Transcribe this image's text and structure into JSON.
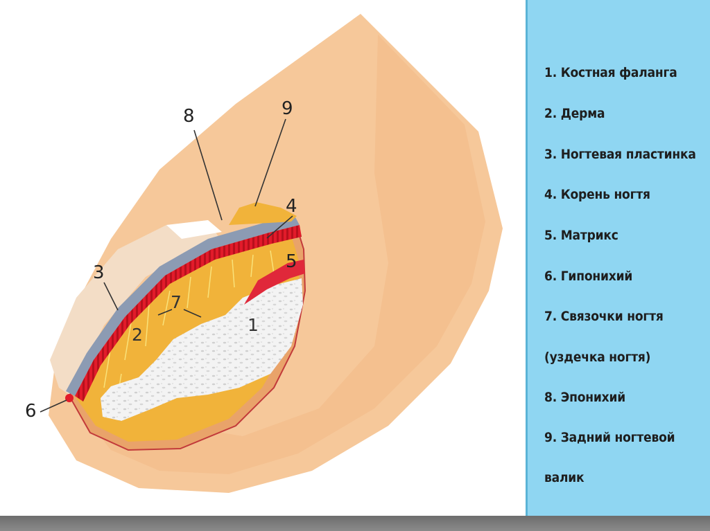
{
  "legend": {
    "items": [
      "1. Костная фаланга",
      "2. Дерма",
      "3. Ногтевая пластинка",
      "4. Корень ногтя",
      "5. Матрикс",
      "6. Гипонихий",
      "7. Связочки ногтя",
      "(уздечка ногтя)",
      "8. Эпонихий",
      "9. Задний ногтевой",
      "валик"
    ]
  },
  "callouts": {
    "n1": "1",
    "n2": "2",
    "n3": "3",
    "n4": "4",
    "n5": "5",
    "n6": "6",
    "n7": "7",
    "n8": "8",
    "n9": "9"
  },
  "colors": {
    "skin": "#f6c89a",
    "nail_plate": "#f3ddc6",
    "dermis": "#f1b33a",
    "matrix_red": "#e21b2a",
    "nail_root_blue": "#8c9bb3",
    "bone": "#f2f2f2",
    "legend_background": "#8fd6f2"
  }
}
